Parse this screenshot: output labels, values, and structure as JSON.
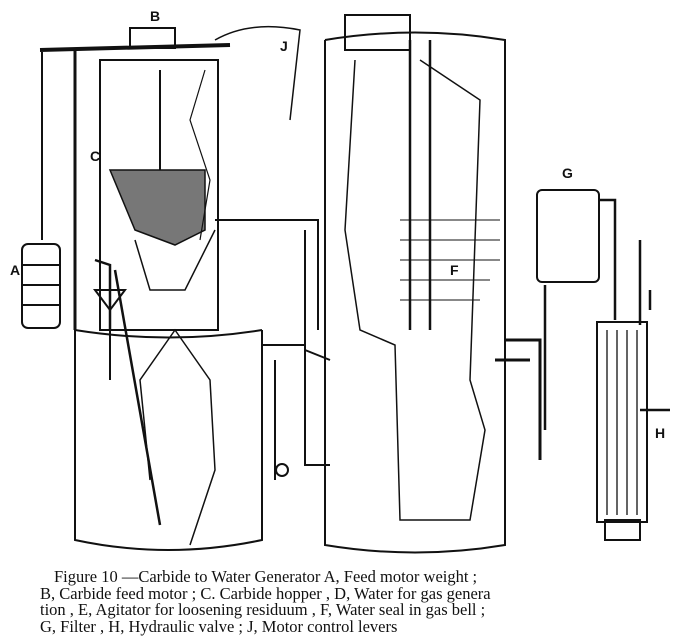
{
  "figure": {
    "labels": {
      "A": "A",
      "B": "B",
      "C": "C",
      "F": "F",
      "G": "G",
      "H": "H",
      "J": "J"
    },
    "caption_lines": [
      "Figure 10 —Carbide to Water Generator   A, Feed motor weight ;",
      "B, Carbide feed motor ; C. Carbide hopper , D, Water for gas genera",
      "tion , E, Agitator for loosening residuum , F, Water seal in gas bell ;",
      "G, Filter , H, Hydraulic valve ; J, Motor control levers"
    ]
  }
}
